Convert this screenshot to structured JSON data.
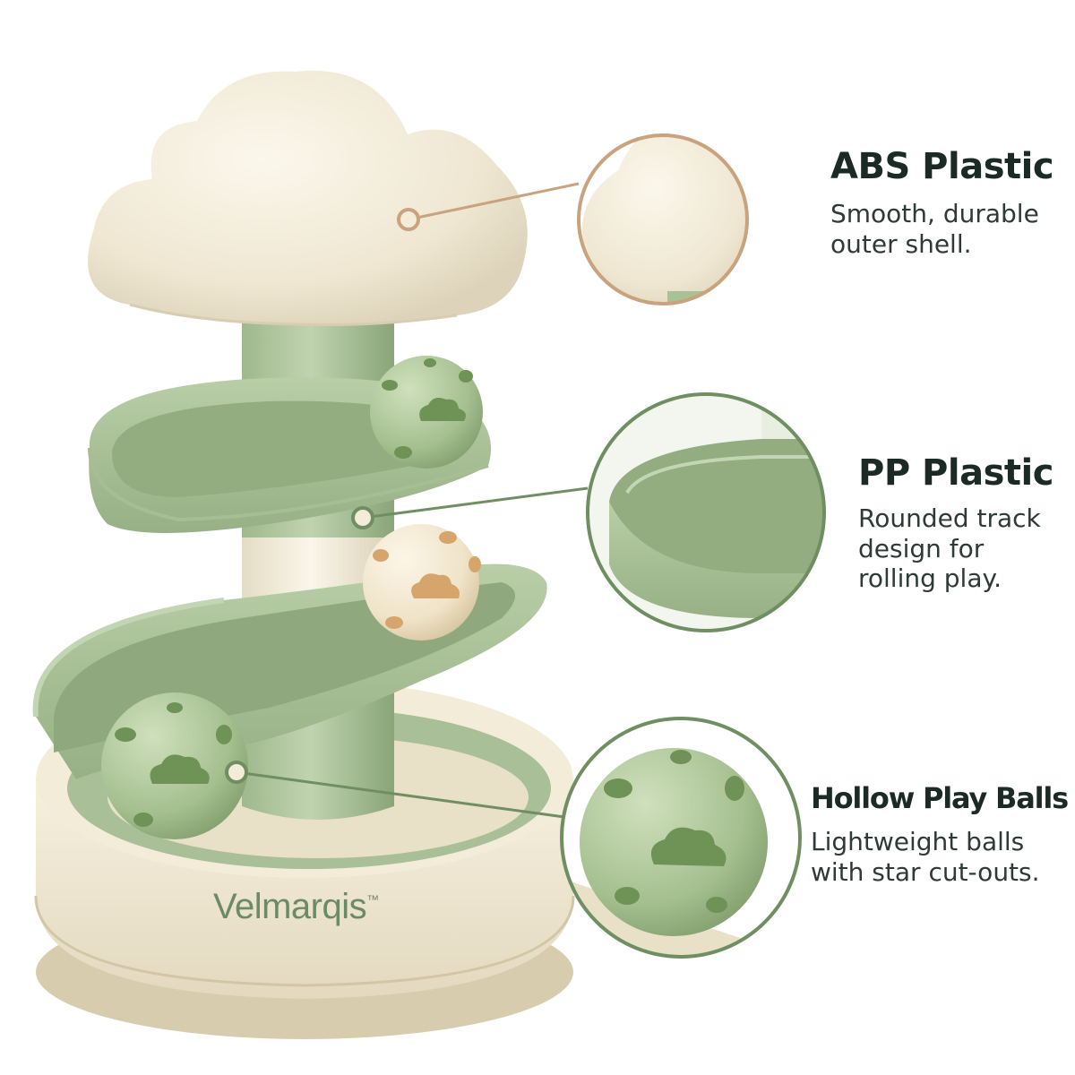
{
  "brand": {
    "name": "Velmarqis",
    "trademark": "™"
  },
  "features": [
    {
      "title": "ABS Plastic",
      "description": "Smooth, durable outer shell."
    },
    {
      "title": "PP Plastic",
      "description": "Rounded track design for rolling play."
    },
    {
      "title": "Hollow Play Balls",
      "description": "Lightweight balls with star cut-outs."
    }
  ],
  "colors": {
    "cream": "#f3ecd9",
    "cream_shadow": "#ddd3ba",
    "sage": "#a9c196",
    "sage_dark": "#8aa578",
    "ball_cutout": "#6f9256",
    "peach_cutout": "#d5a56c",
    "callout_brown": "#c9a27e",
    "callout_green": "#6f8f62",
    "heading": "#1b2a24"
  }
}
